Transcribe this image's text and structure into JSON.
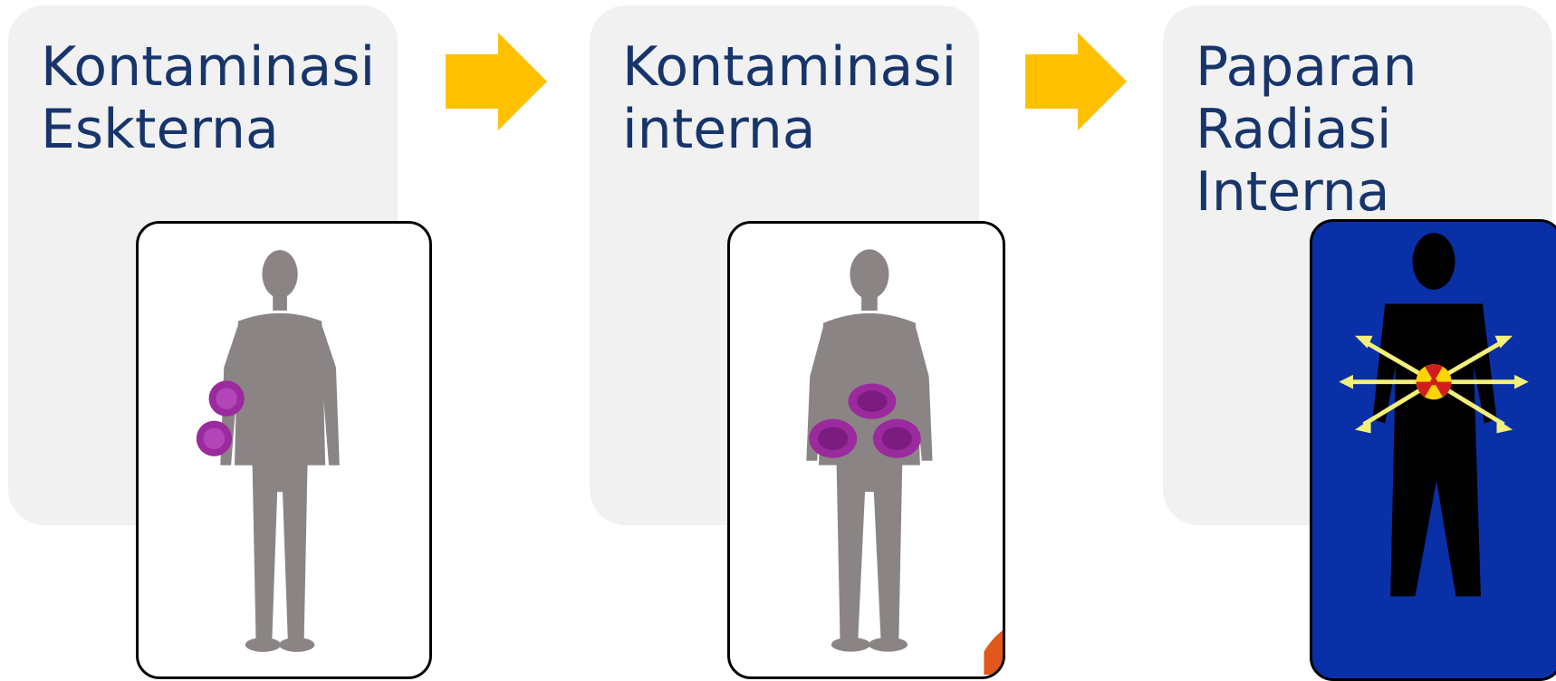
{
  "steps": [
    {
      "title": "Kontaminasi\nEskterna",
      "illustration": "human-silhouette-external-contamination"
    },
    {
      "title": "Kontaminasi\ninterna",
      "illustration": "human-silhouette-internal-contamination"
    },
    {
      "title": "Paparan\nRadiasi\nInterna",
      "illustration": "body-emitting-radiation"
    }
  ],
  "colors": {
    "card_bg": "#f1f1f2",
    "title": "#17356b",
    "arrow": "#ffc000",
    "particle": "#9b2a9e",
    "panel_blue": "#0a30a8",
    "ray": "#f3f07a"
  }
}
